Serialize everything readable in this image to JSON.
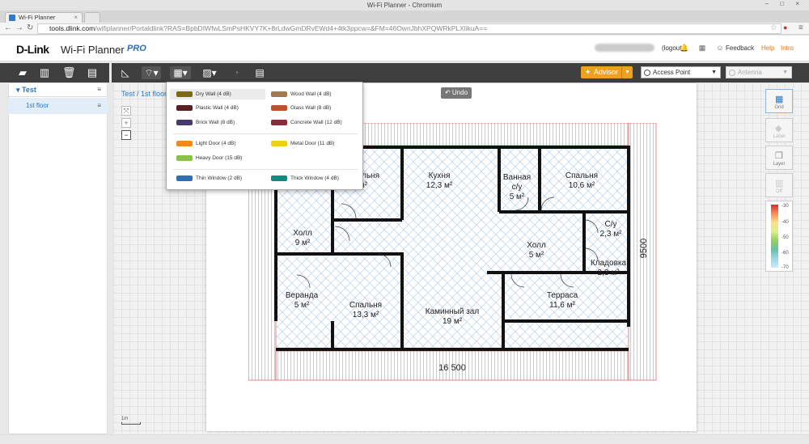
{
  "window": {
    "title": "Wi-Fi Planner - Chromium",
    "controls": "– □ ×"
  },
  "browser": {
    "tab_title": "Wi-Fi Planner",
    "url_host": "tools.dlink.com",
    "url_path": "/wifiplanner/Portaldlink?RAS=BpbDIWfwLSmPsHKVY7K+8rLdwGmDRvEWd4+4tk3ppcw=&FM=46OwnJbhXPQWRkPLXlikuA=="
  },
  "header": {
    "logo": "D-Link",
    "product": "Wi-Fi Planner",
    "pro": "PRO",
    "logout": "(logout)",
    "feedback": "Feedback",
    "help": "Help",
    "intro": "Intro"
  },
  "sidebar": {
    "project": "Test",
    "floor": "1st floor"
  },
  "canvas": {
    "breadcrumb": "Test / 1st floor",
    "undo": "Undo",
    "zoom_in": "+",
    "zoom_out": "−",
    "scale": "1m"
  },
  "toolbar": {
    "advisor": "Advisor",
    "access_point": "Access Point",
    "antenna": "Antenna"
  },
  "right_panel": {
    "grid": "Grid",
    "label": "Label",
    "layer": "Layer",
    "off": "Off",
    "heat_labels": [
      "-30",
      "-40",
      "-50",
      "-60",
      "-70"
    ]
  },
  "walls_menu": {
    "left": [
      {
        "label": "Dry Wall (4 dB)",
        "color": "#7a6a10"
      },
      {
        "label": "Plastic Wall (4 dB)",
        "color": "#5a2020"
      },
      {
        "label": "Brick Wall (8 dB)",
        "color": "#4a3a6a"
      },
      {
        "label": "Light Door (4 dB)",
        "color": "#f08a1a"
      },
      {
        "label": "Heavy Door (15 dB)",
        "color": "#8bc34a"
      },
      {
        "label": "Thin Window (2 dB)",
        "color": "#2f6fb0"
      }
    ],
    "right": [
      {
        "label": "Wood Wall (4 dB)",
        "color": "#a07a50"
      },
      {
        "label": "Glass Wall (8 dB)",
        "color": "#c0502a"
      },
      {
        "label": "Concrete Wall (12 dB)",
        "color": "#8a2a3a"
      },
      {
        "label": "Metal Door (11 dB)",
        "color": "#f0d010"
      },
      {
        "label": "Thick Window (4 dB)",
        "color": "#128a82"
      }
    ]
  },
  "plan": {
    "rooms": [
      {
        "name": "Кухня",
        "area": "12,3 м²"
      },
      {
        "name": "Ванная с/у",
        "area": "5 м²"
      },
      {
        "name": "Спальня",
        "area": "10,6 м²"
      },
      {
        "name": "Холл",
        "area": "9 м²"
      },
      {
        "name": "С/у",
        "area": "2,3 м²"
      },
      {
        "name": "Холл",
        "area": "5 м²"
      },
      {
        "name": "Кладовка",
        "area": "2,3 м²"
      },
      {
        "name": "Веранда",
        "area": "5 м²"
      },
      {
        "name": "Спальня",
        "area": "13,3 м²"
      },
      {
        "name": "Каминный зал",
        "area": "19 м²"
      },
      {
        "name": "Терраса",
        "area": "11,6 м²"
      },
      {
        "name": "Спальня",
        "area": "м²"
      }
    ],
    "dim_width": "16 500",
    "dim_height": "9500"
  }
}
